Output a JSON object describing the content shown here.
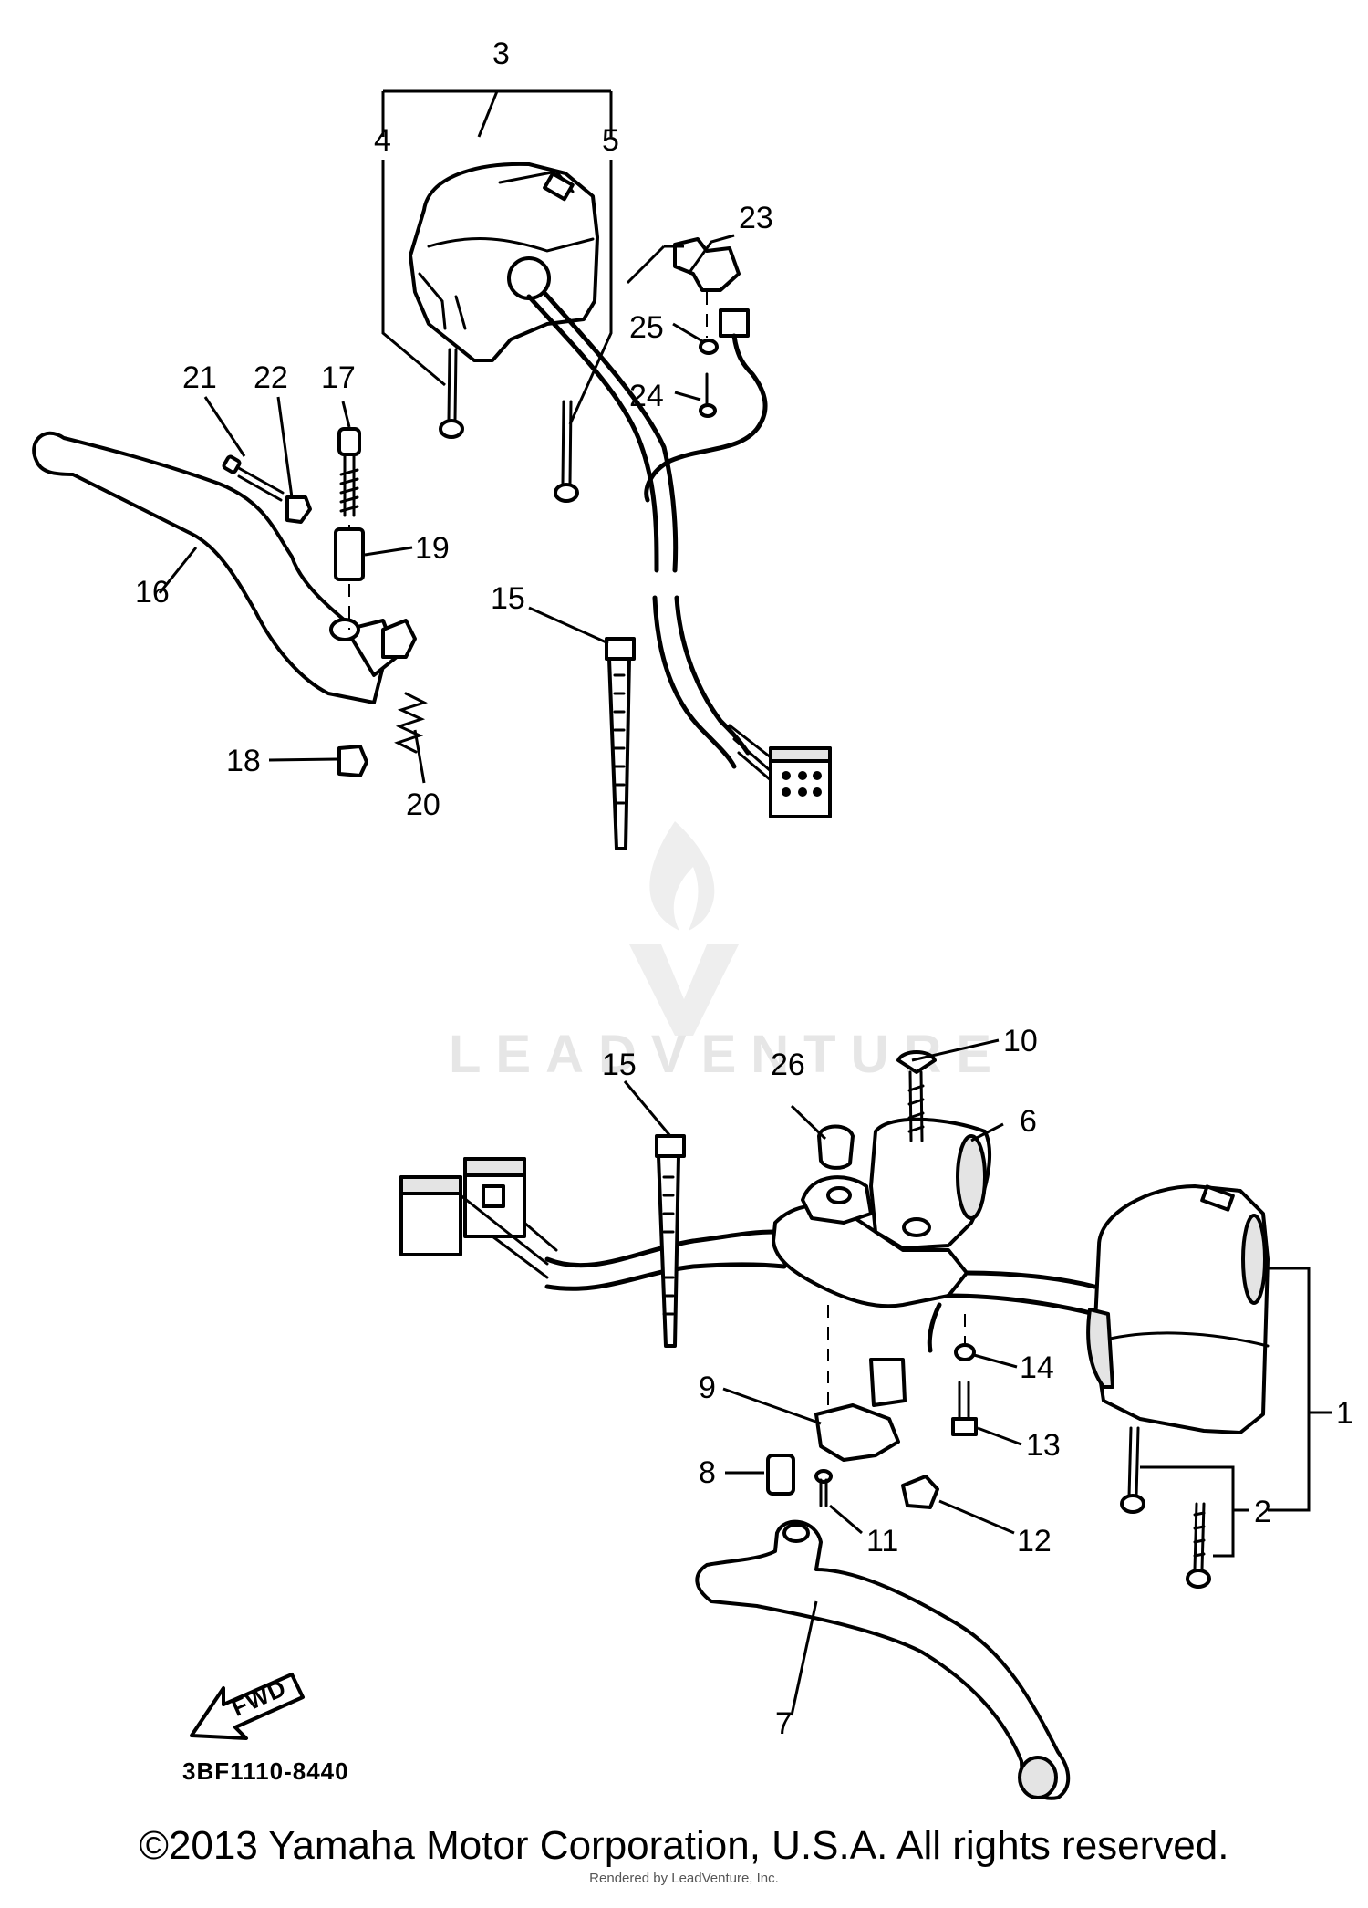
{
  "diagram": {
    "callouts": {
      "c1": "1",
      "c2": "2",
      "c3": "3",
      "c4": "4",
      "c5": "5",
      "c6": "6",
      "c7": "7",
      "c8": "8",
      "c9": "9",
      "c10": "10",
      "c11": "11",
      "c12": "12",
      "c13": "13",
      "c14": "14",
      "c15a": "15",
      "c15b": "15",
      "c16": "16",
      "c17": "17",
      "c18": "18",
      "c19": "19",
      "c20": "20",
      "c21": "21",
      "c22": "22",
      "c23": "23",
      "c24": "24",
      "c25": "25",
      "c26": "26"
    },
    "part_code": "3BF1110-8440",
    "fwd_label": "FWD",
    "watermark": "LEADVENTURE"
  },
  "footer": {
    "copyright": "©2013 Yamaha Motor Corporation, U.S.A. All rights reserved.",
    "rendered_by": "Rendered by LeadVenture, Inc."
  }
}
